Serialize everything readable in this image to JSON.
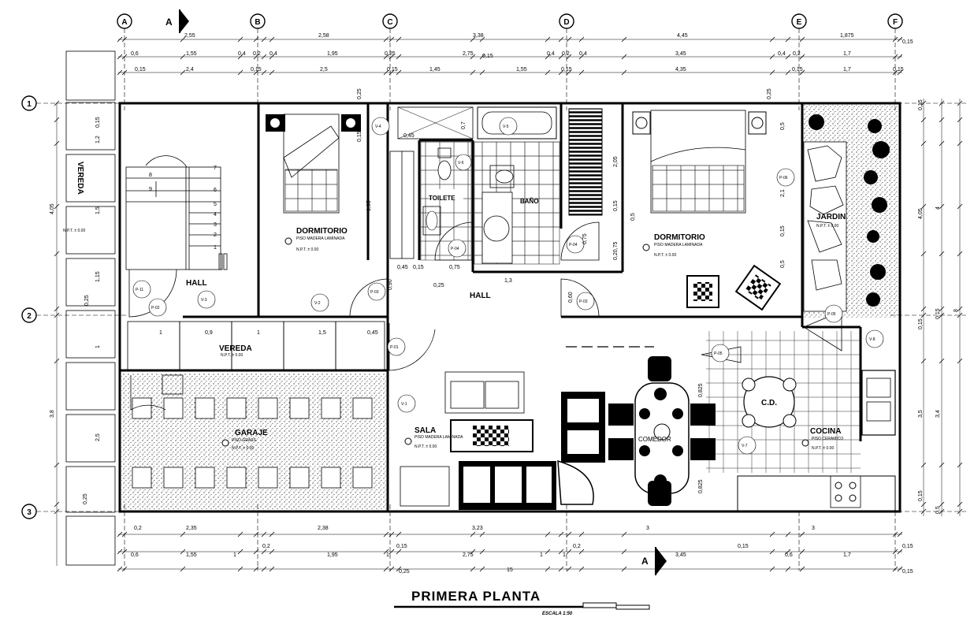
{
  "title": "PRIMERA PLANTA",
  "scale": "ESCALA 1:50",
  "axes": {
    "columns": [
      "A",
      "B",
      "C",
      "D",
      "E",
      "F"
    ],
    "rows": [
      "1",
      "2",
      "3"
    ]
  },
  "section_mark": "A",
  "dims": {
    "top1": [
      "2,55",
      "2,58",
      "3,38",
      "4,45",
      "1,875",
      "0,15"
    ],
    "top2": [
      "0,6",
      "1,55",
      "0,4",
      "0,2",
      "0,4",
      "1,95",
      "0,25",
      "2,75",
      "0,15",
      "0,4",
      "0,2",
      "0,4",
      "3,45",
      "0,4",
      "0,2",
      "1,7"
    ],
    "top3": [
      "0,15",
      "2,4",
      "0,15",
      "2,5",
      "0,15",
      "1,45",
      "1,55",
      "0,15",
      "4,35",
      "0,15",
      "1,7",
      "0,15"
    ],
    "bottom1": [
      "0,2",
      "2,35",
      "0,2",
      "2,38",
      "0,15",
      "3,23",
      "0,2",
      "3",
      "0,15",
      "3"
    ],
    "bottom2": [
      "0,6",
      "1,55",
      "1",
      "1,95",
      "1",
      "2,75",
      "1",
      "1",
      "3,45",
      "0,6",
      "1,7",
      "0,15"
    ],
    "bottom3": [
      "0,25",
      "15",
      "0,15"
    ],
    "left": [
      "4,05",
      "3,8",
      "0,15",
      "1,2",
      "1,5",
      "1,15",
      "0,25",
      "1",
      "2,5",
      "0,25"
    ],
    "right": [
      "4,05",
      "4",
      "8",
      "3,5",
      "3,4",
      "0,15",
      "0,15",
      "0,5",
      "0,15",
      "0,15"
    ],
    "interior": [
      "0,25",
      "0,15",
      "0,45",
      "0,7",
      "1,95",
      "2,05",
      "0,15",
      "0,5",
      "2,1",
      "0,15",
      "0,25",
      "0,45",
      "0,15",
      "0,75",
      "1,3",
      "0,75",
      "0,20,75",
      "0,90",
      "0,60",
      "0,25",
      "1",
      "0,9",
      "1",
      "1,5",
      "0,45",
      "0,825",
      "0,825",
      "0,5",
      "0,5"
    ]
  },
  "rooms": [
    {
      "name": "DORMITORIO",
      "floor": "PISO MADERA LAMINADA",
      "npt": "N.P.T. ± 0.00"
    },
    {
      "name": "DORMITORIO",
      "floor": "PISO MADERA LAMINADA",
      "npt": "N.P.T. ± 0.00"
    },
    {
      "name": "TOILETE"
    },
    {
      "name": "BAÑO"
    },
    {
      "name": "HALL"
    },
    {
      "name": "HALL"
    },
    {
      "name": "JARDIN",
      "npt": "N.P.T. ± 0.00"
    },
    {
      "name": "VEREDA",
      "npt": "N.P.T. ± 0.00"
    },
    {
      "name": "VEREDA"
    },
    {
      "name": "GARAJE",
      "floor": "PISO GRASS",
      "npt": "N.P.T. ± 0.00"
    },
    {
      "name": "SALA",
      "floor": "PISO MADERA LAMINADA",
      "npt": "N.P.T. ± 0.00"
    },
    {
      "name": "COCINA",
      "floor": "PISO CERAMICO",
      "npt": "N.P.T. ± 0.00"
    },
    {
      "name": "C.D."
    },
    {
      "name": "COMEDOR"
    }
  ],
  "npt_left": "N.P.T. ± 0.00",
  "tags": [
    "V-4",
    "V-5",
    "V-6",
    "P-06",
    "P-04",
    "P-04",
    "P-03",
    "P-03",
    "V-3",
    "V-2",
    "P-02",
    "P-11",
    "P-01",
    "V-1",
    "P-05",
    "P-05",
    "V-8",
    "V-7"
  ],
  "stairs": [
    "1",
    "2",
    "3",
    "4",
    "5",
    "6",
    "7",
    "8",
    "9"
  ],
  "colors": {
    "ink": "#000000",
    "paper": "#ffffff"
  }
}
